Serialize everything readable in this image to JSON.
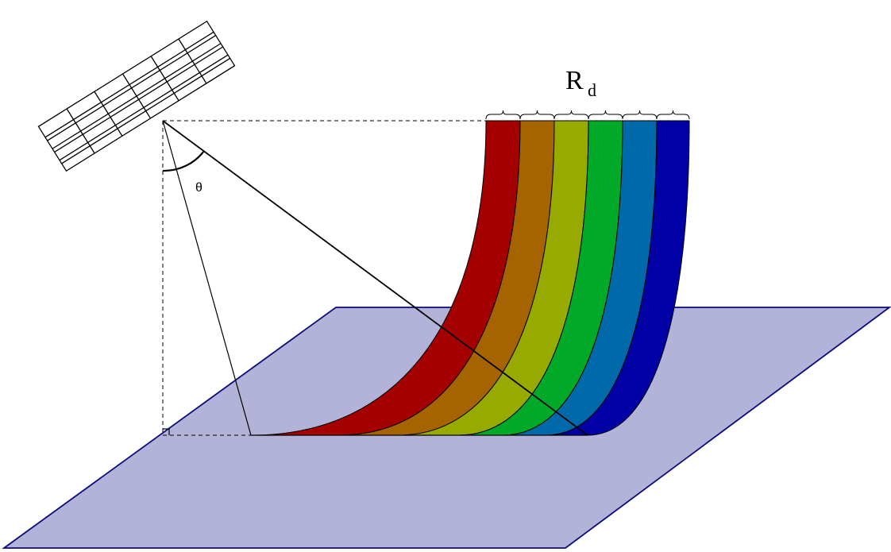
{
  "labels": {
    "range_main": "R",
    "range_sub": "d",
    "angle": "θ"
  },
  "bands": [
    {
      "name": "band-red",
      "color": "#a50000"
    },
    {
      "name": "band-orange",
      "color": "#a56400"
    },
    {
      "name": "band-olive",
      "color": "#96aa00"
    },
    {
      "name": "band-green",
      "color": "#00aa28"
    },
    {
      "name": "band-blue",
      "color": "#0069aa"
    },
    {
      "name": "band-navy",
      "color": "#0000a5"
    }
  ],
  "colors": {
    "ground_fill": "#b3b3d9",
    "ground_edge": "#0a0a7a",
    "line": "#000000"
  },
  "icons": {
    "sensor": "solar-panel-sensor-icon"
  }
}
